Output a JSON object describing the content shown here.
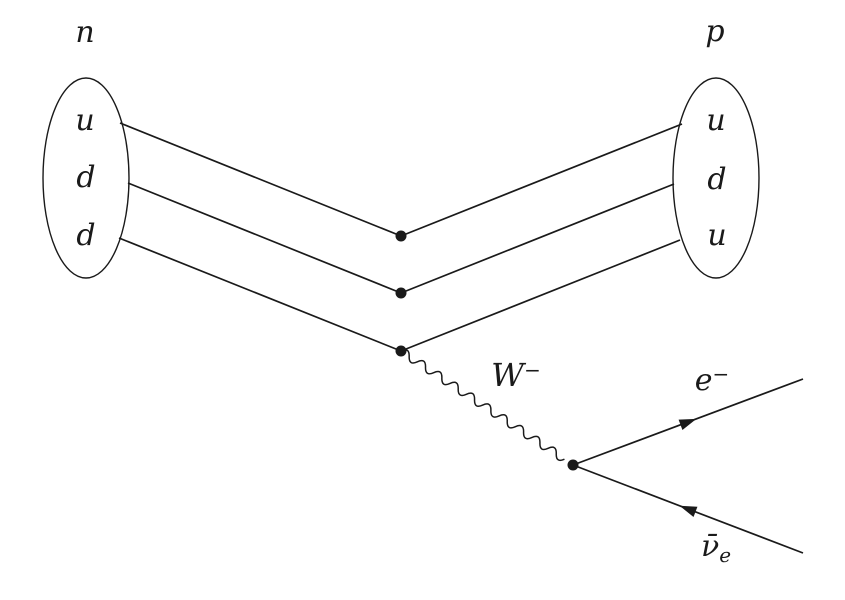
{
  "diagram": {
    "neutron": {
      "label": "n",
      "quarks": [
        "u",
        "d",
        "d"
      ]
    },
    "proton": {
      "label": "p",
      "quarks": [
        "u",
        "d",
        "u"
      ]
    },
    "w_boson": {
      "base": "W",
      "sup": "−"
    },
    "electron": {
      "base": "e",
      "sup": "−"
    },
    "antineutrino": {
      "base": "ν̄",
      "sub": "e"
    },
    "colors": {
      "ink": "#1a1a1a",
      "background": "#ffffff"
    }
  }
}
